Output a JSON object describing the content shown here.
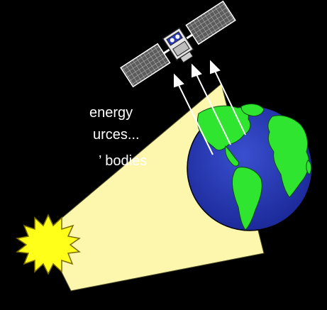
{
  "caption": {
    "line1": "energy",
    "line2": "urces...",
    "line3": "’ bodies"
  },
  "colors": {
    "background": "#000000",
    "text": "#ffffff",
    "beam": "#fdf6ad",
    "ocean": "#2b3bb8",
    "land": "#2fe52f",
    "sun": "#ffff1a",
    "satellite_panel": "#6a6a6a"
  },
  "icons": {
    "sun": "sun-icon",
    "earth": "earth-globe-icon",
    "satellite": "satellite-icon"
  }
}
